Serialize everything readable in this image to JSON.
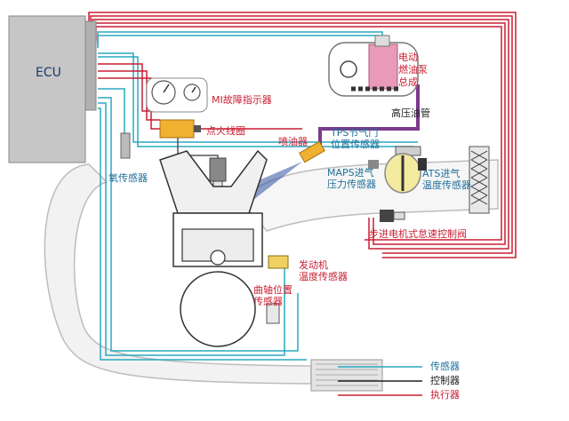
{
  "ecu": {
    "label": "ECU"
  },
  "components": {
    "mil": "MI故障指示器",
    "ignition_coil": "点火线圈",
    "injector": "喷油器",
    "o2_sensor": "氧传感器",
    "fuel_pump": [
      "电动",
      "燃油泵",
      "总成"
    ],
    "high_pressure_pipe": "高压油管",
    "tps": [
      "TPS节气门",
      "位置传感器"
    ],
    "maps": [
      "MAPS进气",
      "压力传感器"
    ],
    "ats": [
      "ATS进气",
      "温度传感器"
    ],
    "idle_valve": "步进电机式怠速控制阀",
    "coolant_temp": [
      "发动机",
      "温度传感器"
    ],
    "crank_sensor": [
      "曲轴位置",
      "传感器"
    ]
  },
  "legend": {
    "items": [
      {
        "label": "传感器",
        "color": "#2aa8c0"
      },
      {
        "label": "控制器",
        "color": "#202020"
      },
      {
        "label": "执行器",
        "color": "#c81e32"
      }
    ]
  },
  "colors": {
    "sensor": "#2aa8c0",
    "actuator": "#c81e32",
    "fuel_line": "#7a3a8c",
    "ecu_fill": "#c6c6c6"
  }
}
